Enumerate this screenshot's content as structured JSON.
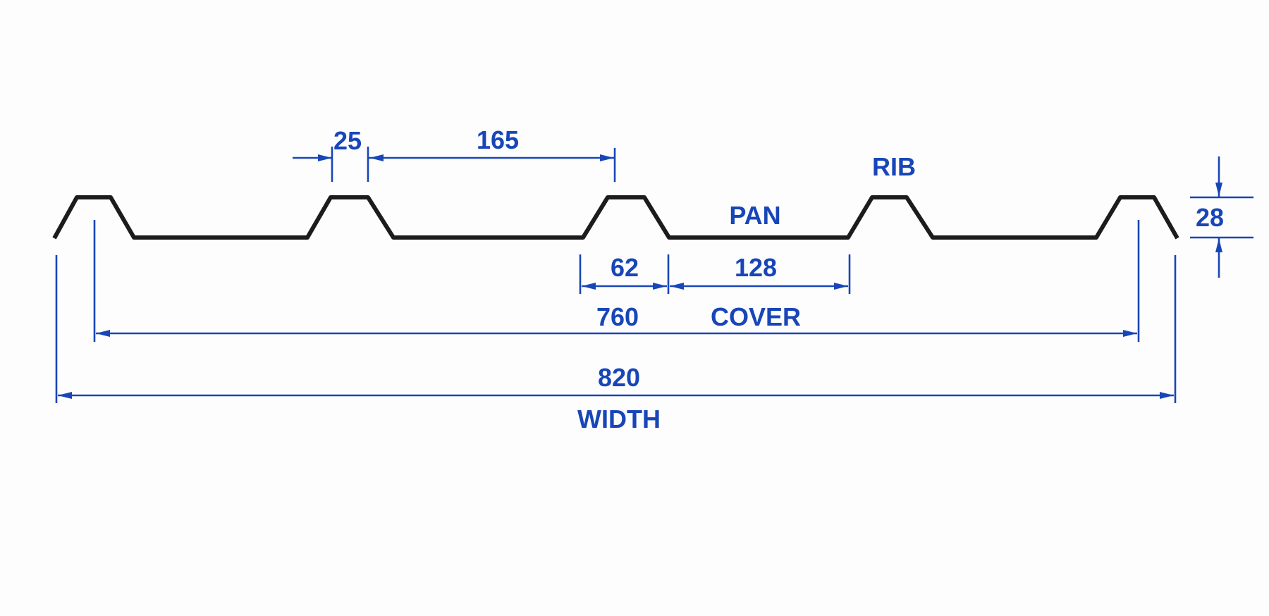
{
  "colors": {
    "dimension": "#1846b8",
    "profile": "#1c1c1c",
    "background": "#fdfdfd"
  },
  "labels": {
    "crest_width": "25",
    "pitch": "165",
    "rib": "RIB",
    "pan": "PAN",
    "height": "28",
    "rib_base": "62",
    "pan_width": "128",
    "cover_value": "760",
    "cover": "COVER",
    "width_value": "820",
    "width": "WIDTH"
  }
}
